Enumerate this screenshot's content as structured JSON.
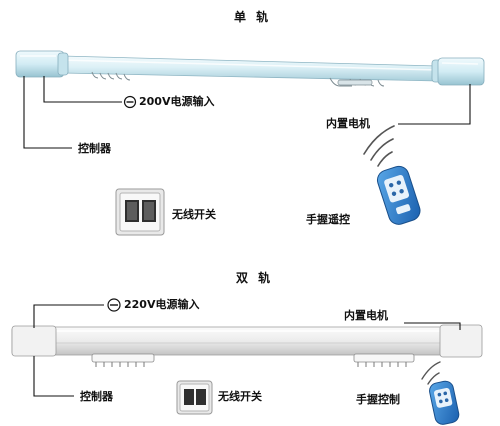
{
  "single_track": {
    "title": "单 轨",
    "power_label": "200V电源输入",
    "controller_label": "控制器",
    "motor_label": "内置电机",
    "wireless_switch_label": "无线开关",
    "remote_label": "手握遥控"
  },
  "double_track": {
    "title": "双 轨",
    "power_label": "220V电源输入",
    "controller_label": "控制器",
    "motor_label": "内置电机",
    "wireless_switch_label": "无线开关",
    "remote_label": "手握控制"
  },
  "colors": {
    "single_rail": "#dff1f7",
    "single_rail_edge": "#8fb6c4",
    "double_rail": "#eeeeee",
    "double_rail_edge": "#9a9a9a",
    "callout_line": "#111111",
    "remote_body": "#1e6fbf"
  },
  "icons": [
    "minus-circle-icon",
    "signal-waves-icon",
    "wall-switch-icon",
    "remote-control-icon"
  ]
}
